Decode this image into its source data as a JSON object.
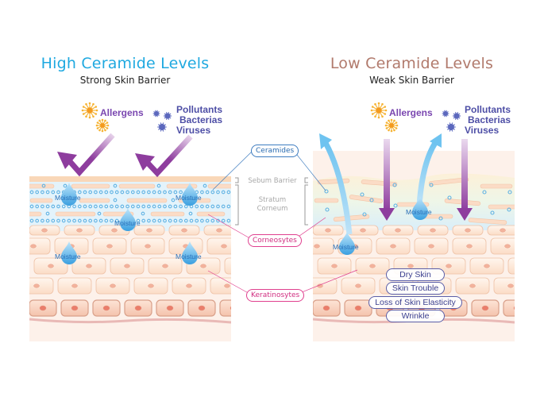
{
  "left_panel": {
    "title": "High Ceramide Levels",
    "subtitle": "Strong Skin Barrier",
    "allergens_label": "Allergens",
    "pollutants_lines": [
      "Pollutants",
      "Bacterias",
      "Viruses"
    ],
    "moisture_labels": [
      "Moisture",
      "Moisture",
      "Moisture",
      "Moisture",
      "Moisture"
    ],
    "arrow_behavior": "deflected"
  },
  "right_panel": {
    "title": "Low Ceramide Levels",
    "subtitle": "Weak Skin Barrier",
    "allergens_label": "Allergens",
    "pollutants_lines": [
      "Pollutants",
      "Bacterias",
      "Viruses"
    ],
    "moisture_labels": [
      "Moisture",
      "Moisture"
    ],
    "arrow_behavior": "penetrating",
    "effects": [
      "Dry Skin",
      "Skin Trouble",
      "Loss of Skin Elasticity",
      "Wrinkle"
    ]
  },
  "center": {
    "callouts": {
      "ceramides": "Ceramides",
      "corneosytes": "Corneosytes",
      "keratinosytes": "Keratinosytes"
    },
    "layers": {
      "sebum": "Sebum Barrier",
      "stratum_line1": "Stratum",
      "stratum_line2": "Corneum"
    }
  },
  "colors": {
    "title_left": "#1fa9e0",
    "title_right": "#b17a6c",
    "agent_purple": "#7a47b0",
    "agent_navy": "#4e4fa6",
    "callout_blue": "#3d7cc0",
    "callout_pink": "#e0408f",
    "arrow_purple": "#8e3d9e",
    "moisture_blue": "#5fb7e8"
  }
}
